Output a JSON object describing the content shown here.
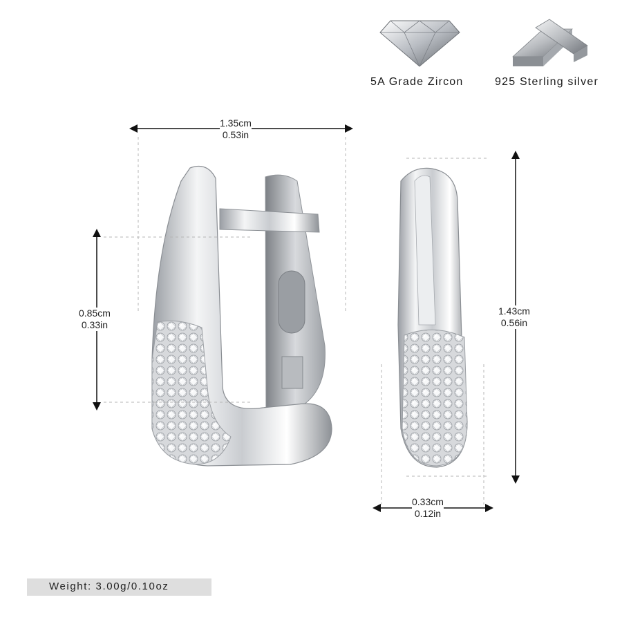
{
  "features": [
    {
      "icon": "zircon-gem-icon",
      "label": "5A Grade Zircon"
    },
    {
      "icon": "silver-bar-icon",
      "label": "925 Sterling silver"
    }
  ],
  "dimensions": {
    "width_front": {
      "cm": "1.35cm",
      "in": "0.53in"
    },
    "height_stones": {
      "cm": "0.85cm",
      "in": "0.33in"
    },
    "height_side": {
      "cm": "1.43cm",
      "in": "0.56in"
    },
    "width_side": {
      "cm": "0.33cm",
      "in": "0.12in"
    }
  },
  "weight": {
    "label": "Weight: 3.00g/0.10oz"
  },
  "colors": {
    "silver": "#c8cbcf",
    "dimension_line": "#111111",
    "guide_line": "#b5b5b5",
    "weight_bg": "#dedede"
  }
}
